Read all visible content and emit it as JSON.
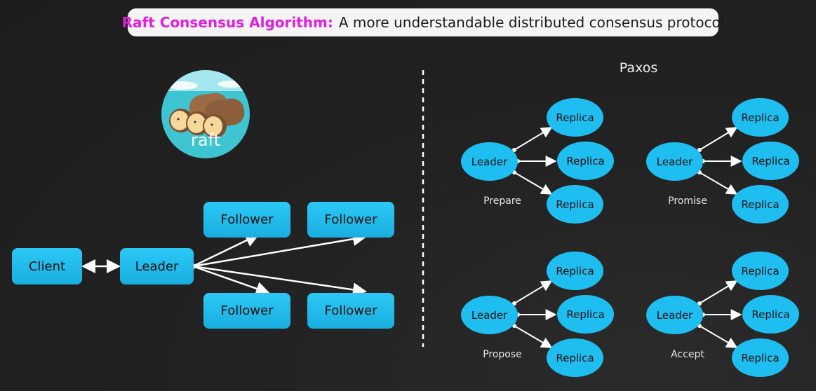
{
  "title": {
    "accent": "Raft Consensus Algorithm:",
    "rest": "A more understandable distributed consensus protocol"
  },
  "raft": {
    "logo_text": "raft",
    "client": "Client",
    "leader": "Leader",
    "followers": [
      "Follower",
      "Follower",
      "Follower",
      "Follower"
    ]
  },
  "paxos": {
    "title": "Paxos",
    "phases": [
      {
        "label": "Prepare",
        "leader": "Leader",
        "replicas": [
          "Replica",
          "Replica",
          "Replica"
        ]
      },
      {
        "label": "Promise",
        "leader": "Leader",
        "replicas": [
          "Replica",
          "Replica",
          "Replica"
        ]
      },
      {
        "label": "Propose",
        "leader": "Leader",
        "replicas": [
          "Replica",
          "Replica",
          "Replica"
        ]
      },
      {
        "label": "Accept",
        "leader": "Leader",
        "replicas": [
          "Replica",
          "Replica",
          "Replica"
        ]
      }
    ]
  },
  "colors": {
    "accent": "#e21ee0",
    "node": "#1fbef1",
    "background": "#1f1f1f"
  }
}
